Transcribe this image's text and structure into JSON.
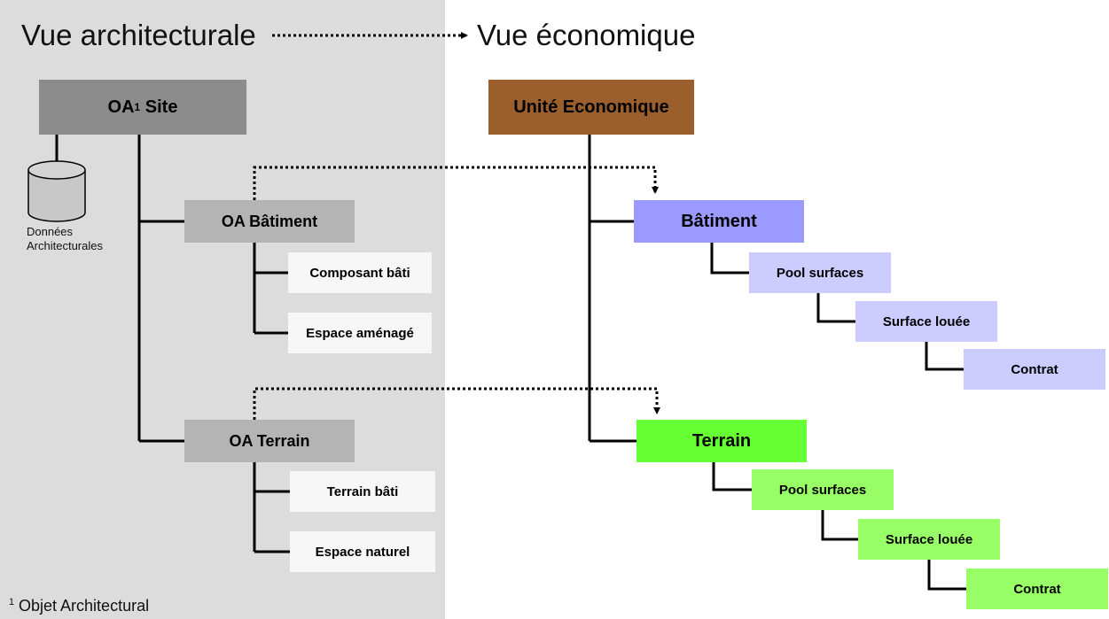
{
  "titles": {
    "left": "Vue architecturale",
    "right": "Vue économique"
  },
  "site": {
    "prefix": "OA",
    "sup": "1",
    "suffix": " Site"
  },
  "database": {
    "label_line1": "Données",
    "label_line2": "Architecturales",
    "icon": "database-cylinder-icon"
  },
  "architectural": {
    "building": {
      "label": "OA Bâtiment",
      "children": [
        "Composant bâti",
        "Espace aménagé"
      ]
    },
    "land": {
      "label": "OA Terrain",
      "children": [
        "Terrain bâti",
        "Espace naturel"
      ]
    }
  },
  "economic": {
    "unit": {
      "label": "Unité Economique"
    },
    "building": {
      "label": "Bâtiment",
      "chain": [
        "Pool surfaces",
        "Surface louée",
        "Contrat"
      ]
    },
    "land": {
      "label": "Terrain",
      "chain": [
        "Pool surfaces",
        "Surface louée",
        "Contrat"
      ]
    }
  },
  "footnote": {
    "sup": "1",
    "text": " Objet Architectural"
  },
  "colors": {
    "panel": "#dcdcdc",
    "site_box": "#8c8c8c",
    "oa_box": "#b4b4b4",
    "leaf_box": "#f7f7f7",
    "unit_box": "#9a5f2c",
    "building_main": "#9a9aff",
    "building_light": "#ccccff",
    "land_main": "#66ff33",
    "land_light": "#99ff66"
  }
}
